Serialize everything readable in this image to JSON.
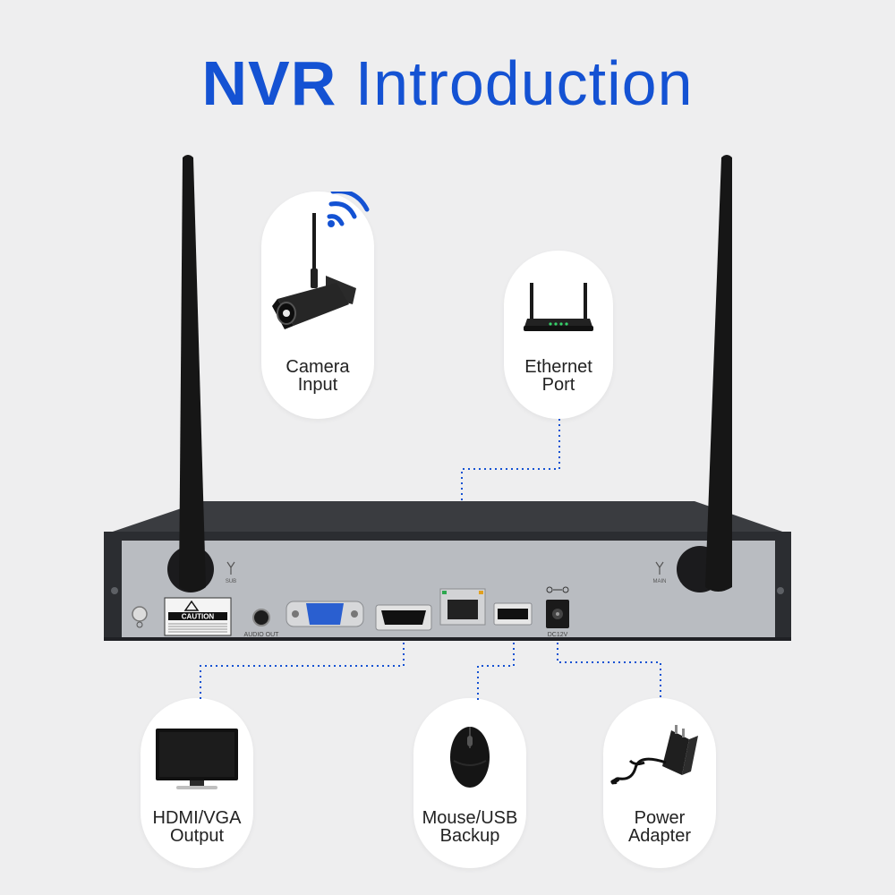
{
  "title": {
    "bold": "NVR",
    "rest": "Introduction"
  },
  "callouts": {
    "camera": {
      "line1": "Camera",
      "line2": "Input"
    },
    "ethernet": {
      "line1": "Ethernet",
      "line2": "Port"
    },
    "hdmi": {
      "line1": "HDMI/VGA",
      "line2": "Output"
    },
    "mouse": {
      "line1": "Mouse/USB",
      "line2": "Backup"
    },
    "power": {
      "line1": "Power",
      "line2": "Adapter"
    }
  },
  "device_labels": {
    "caution": "CAUTION",
    "audio_out": "AUDIO OUT",
    "dc": "DC12V",
    "sub": "SUB",
    "main": "MAIN"
  },
  "colors": {
    "title": "#1452d3",
    "connector_line": "#1452d3",
    "background": "#eeeeef",
    "nvr_body": "#b9bcc1",
    "nvr_shell": "#2b2d31",
    "vga_port": "#2a5fd0"
  },
  "icons": [
    "wifi-icon",
    "camera-icon",
    "router-icon",
    "monitor-icon",
    "mouse-icon",
    "power-adapter-icon"
  ]
}
